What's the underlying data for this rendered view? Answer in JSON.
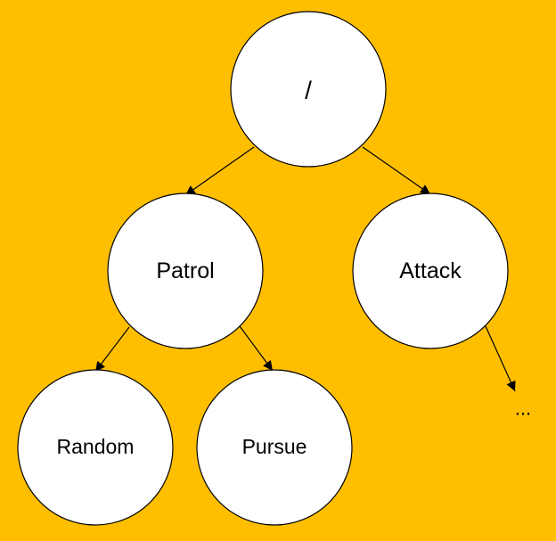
{
  "colors": {
    "background": "#FFBF00",
    "node_fill": "#FFFFFF",
    "stroke": "#000000"
  },
  "diagram": {
    "nodes": {
      "root": "/",
      "patrol": "Patrol",
      "attack": "Attack",
      "random": "Random",
      "pursue": "Pursue"
    },
    "continuation": "..."
  }
}
